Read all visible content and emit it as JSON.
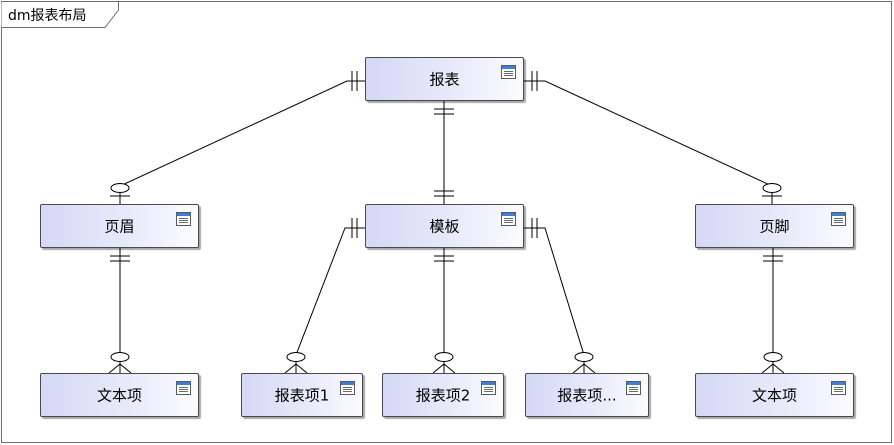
{
  "diagram": {
    "frame_title": "dm报表布局",
    "entities": [
      {
        "id": "report",
        "label": "报表",
        "icon": "table-icon"
      },
      {
        "id": "header",
        "label": "页眉",
        "icon": "table-icon"
      },
      {
        "id": "template",
        "label": "模板",
        "icon": "table-icon"
      },
      {
        "id": "footer",
        "label": "页脚",
        "icon": "table-icon"
      },
      {
        "id": "text1",
        "label": "文本项",
        "icon": "table-icon"
      },
      {
        "id": "item1",
        "label": "报表项1",
        "icon": "table-icon"
      },
      {
        "id": "item2",
        "label": "报表项2",
        "icon": "table-icon"
      },
      {
        "id": "item3",
        "label": "报表项...",
        "icon": "table-icon"
      },
      {
        "id": "text2",
        "label": "文本项",
        "icon": "table-icon"
      }
    ],
    "relations": [
      {
        "from": "report",
        "to": "header",
        "from_cardinality": "one",
        "to_cardinality": "zero-or-one"
      },
      {
        "from": "report",
        "to": "template",
        "from_cardinality": "one",
        "to_cardinality": "one"
      },
      {
        "from": "report",
        "to": "footer",
        "from_cardinality": "one",
        "to_cardinality": "zero-or-one"
      },
      {
        "from": "header",
        "to": "text1",
        "from_cardinality": "one",
        "to_cardinality": "zero-or-many"
      },
      {
        "from": "template",
        "to": "item1",
        "from_cardinality": "one",
        "to_cardinality": "zero-or-many"
      },
      {
        "from": "template",
        "to": "item2",
        "from_cardinality": "one",
        "to_cardinality": "zero-or-many"
      },
      {
        "from": "template",
        "to": "item3",
        "from_cardinality": "one",
        "to_cardinality": "zero-or-many"
      },
      {
        "from": "footer",
        "to": "text2",
        "from_cardinality": "one",
        "to_cardinality": "zero-or-many"
      }
    ],
    "colors": {
      "line": "#000000",
      "border": "#4a4a4a",
      "fill_start": "#d5d8f6",
      "fill_end": "#fbfbff",
      "icon_header": "#3d7fd6"
    }
  }
}
